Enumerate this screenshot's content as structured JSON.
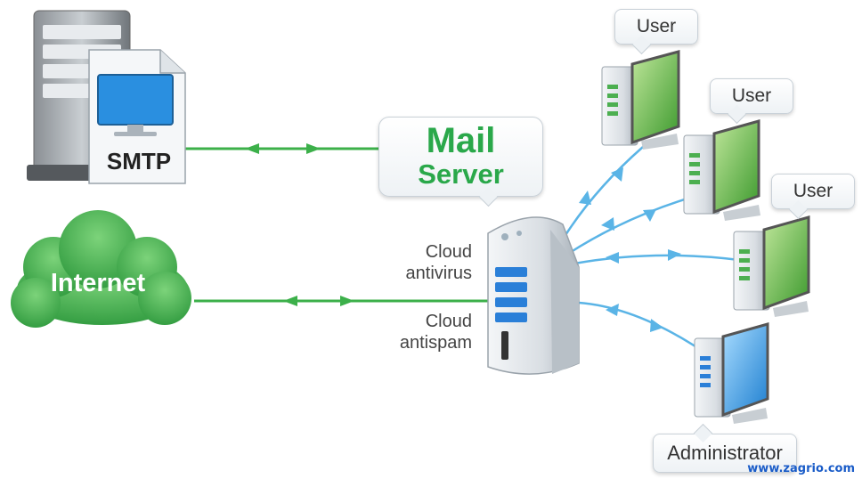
{
  "nodes": {
    "smtp": {
      "label": "SMTP"
    },
    "internet": {
      "label": "Internet"
    },
    "mail_server": {
      "title": "Mail",
      "subtitle": "Server"
    },
    "cloud_antivirus": "Cloud\nantivirus",
    "cloud_antispam": "Cloud\nantispam",
    "users": [
      {
        "label": "User"
      },
      {
        "label": "User"
      },
      {
        "label": "User"
      }
    ],
    "administrator": {
      "label": "Administrator"
    }
  },
  "colors": {
    "green_link": "#3cb04a",
    "blue_link": "#5ab4e6",
    "mail_green": "#2aa84a",
    "cloud_green": "#3aa64a",
    "watermark": "#1a5cc8"
  },
  "icons": [
    "server-tower-icon",
    "cloud-icon",
    "monitor-icon",
    "document-icon"
  ],
  "watermark": "www.zagrio.com"
}
